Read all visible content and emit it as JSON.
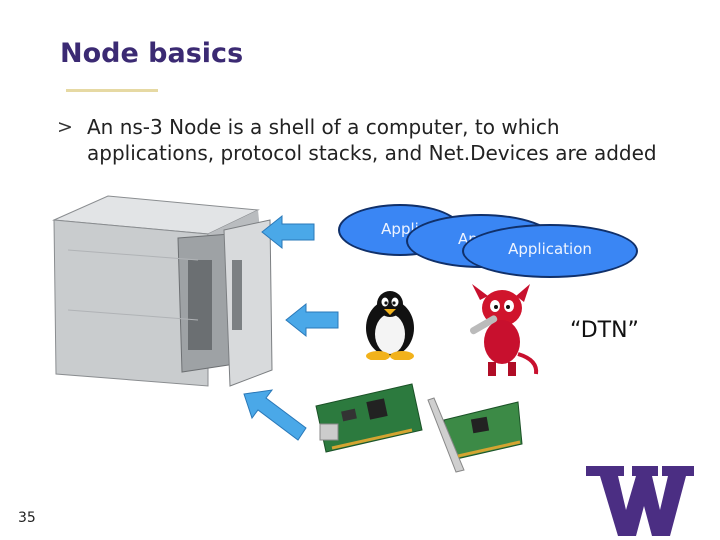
{
  "slide": {
    "title": "Node basics",
    "bullet_marker": ">",
    "bullet_lines": [
      "An ns-3 Node is a shell of a computer, to which",
      "applications, protocol stacks, and Net.Devices are added"
    ],
    "application_labels": [
      "Appli",
      "Applic",
      "Application"
    ],
    "dtn_label": "“DTN”",
    "page_number": "35"
  },
  "colors": {
    "title": "#3b2a73",
    "arrow": "#4aa8e8",
    "ellipse_fill": "#3a86f4",
    "ellipse_border": "#10306a",
    "uw_purple": "#4b2e83"
  },
  "icons": [
    "computer-case-image",
    "tux-penguin-image",
    "bsd-daemon-image",
    "network-card-image",
    "w-logo"
  ]
}
